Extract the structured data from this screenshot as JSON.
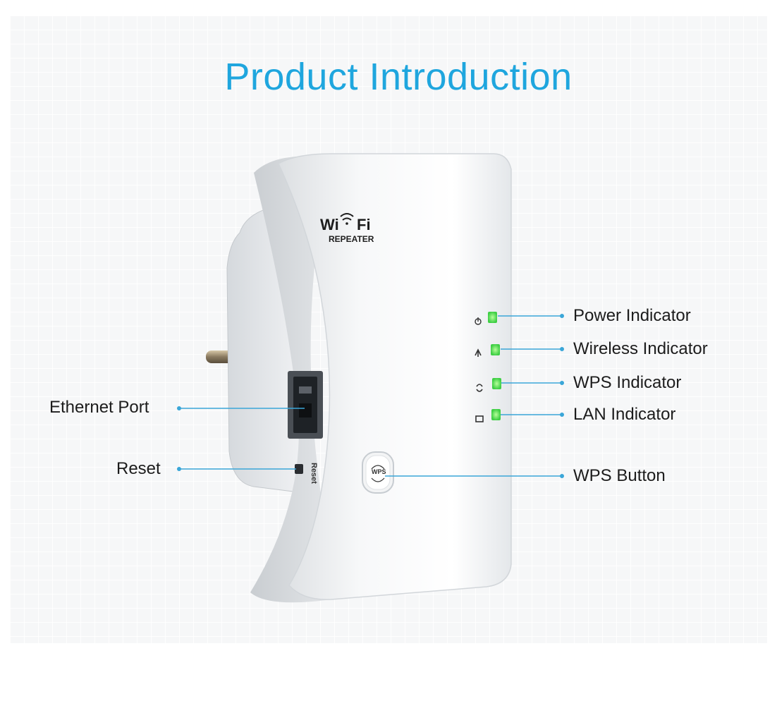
{
  "title": "Product Introduction",
  "device": {
    "brand_top": "Wi",
    "brand_suffix": "Fi",
    "brand_sub": "REPEATER",
    "wps_button_text": "WPS",
    "reset_text": "Reset"
  },
  "labels": {
    "power": "Power Indicator",
    "wireless": "Wireless Indicator",
    "wps_indicator": "WPS Indicator",
    "lan": "LAN Indicator",
    "ethernet": "Ethernet Port",
    "reset": "Reset",
    "wps_button": "WPS Button"
  },
  "colors": {
    "title": "#1fa6de",
    "leader_line": "#3aa6d8",
    "led": "#4cd964"
  }
}
